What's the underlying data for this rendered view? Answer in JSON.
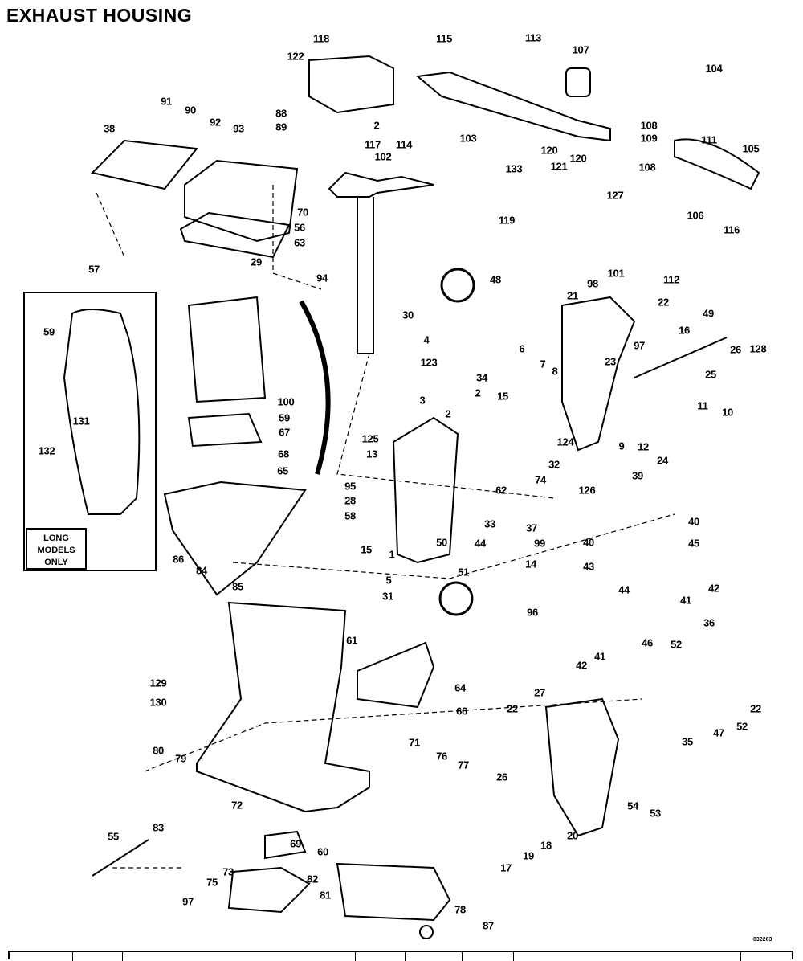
{
  "title": "EXHAUST HOUSING",
  "inset_note": [
    "LONG",
    "MODELS",
    "ONLY"
  ],
  "figure_code": "832263",
  "callouts": [
    "118",
    "115",
    "113",
    "122",
    "107",
    "104",
    "91",
    "90",
    "88",
    "89",
    "92",
    "93",
    "2",
    "117",
    "114",
    "103",
    "108",
    "109",
    "111",
    "105",
    "108",
    "38",
    "102",
    "120",
    "120",
    "133",
    "121",
    "127",
    "70",
    "56",
    "63",
    "106",
    "116",
    "119",
    "57",
    "29",
    "112",
    "98",
    "101",
    "48",
    "21",
    "22",
    "49",
    "94",
    "59",
    "30",
    "97",
    "16",
    "26",
    "128",
    "4",
    "123",
    "6",
    "7",
    "8",
    "34",
    "23",
    "25",
    "100",
    "3",
    "2",
    "2",
    "15",
    "59",
    "131",
    "132",
    "9",
    "12",
    "24",
    "11",
    "10",
    "67",
    "125",
    "13",
    "124",
    "32",
    "74",
    "62",
    "68",
    "65",
    "95",
    "28",
    "58",
    "126",
    "39",
    "40",
    "15",
    "33",
    "44",
    "37",
    "99",
    "40",
    "45",
    "50",
    "86",
    "84",
    "85",
    "1",
    "51",
    "14",
    "43",
    "42",
    "41",
    "44",
    "5",
    "31",
    "96",
    "61",
    "41",
    "42",
    "46",
    "36",
    "52",
    "22",
    "52",
    "129",
    "64",
    "130",
    "66",
    "22",
    "27",
    "47",
    "35",
    "71",
    "76",
    "77",
    "80",
    "79",
    "26",
    "72",
    "83",
    "55",
    "54",
    "53",
    "20",
    "18",
    "19",
    "17",
    "69",
    "60",
    "73",
    "75",
    "82",
    "81",
    "97",
    "78",
    "87"
  ]
}
